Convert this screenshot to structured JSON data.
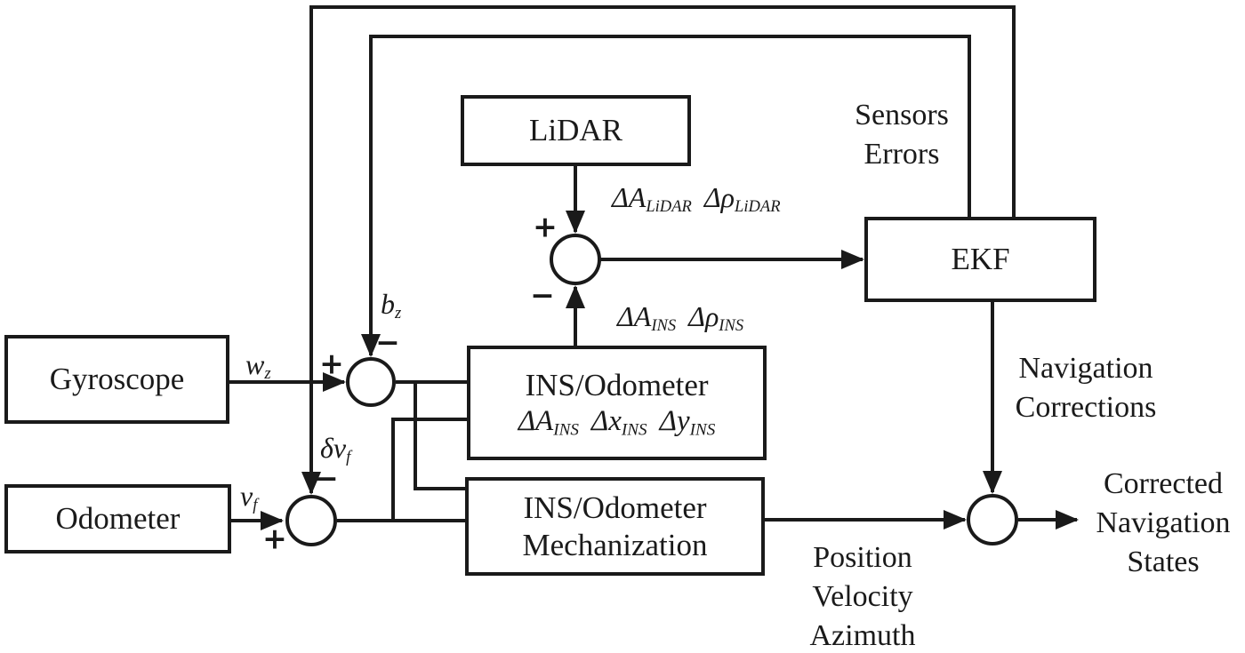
{
  "boxes": {
    "lidar": {
      "label": "LiDAR"
    },
    "ekf": {
      "label": "EKF"
    },
    "gyroscope": {
      "label": "Gyroscope"
    },
    "odometer": {
      "label": "Odometer"
    },
    "ins_odometer_error_model": {
      "line1": "INS/Odometer"
    },
    "ins_odometer_mechanization": {
      "line1": "INS/Odometer",
      "line2": "Mechanization"
    }
  },
  "annotations": {
    "sensors_errors": {
      "line1": "Sensors",
      "line2": "Errors"
    },
    "navigation_corrections": {
      "line1": "Navigation",
      "line2": "Corrections"
    },
    "corrected_navigation_states": {
      "line1": "Corrected",
      "line2": "Navigation",
      "line3": "States"
    },
    "position_velocity_azimuth": {
      "line1": "Position",
      "line2": "Velocity",
      "line3": "Azimuth"
    }
  },
  "math_labels": {
    "lidar_measurements": {
      "t1": "ΔA",
      "s1": "LiDAR",
      "t2": "Δρ",
      "s2": "LiDAR"
    },
    "ins_measurements": {
      "t1": "ΔA",
      "s1": "INS",
      "t2": "Δρ",
      "s2": "INS"
    },
    "ins_error_states": {
      "t1": "ΔA",
      "s1": "INS",
      "t2": "Δx",
      "s2": "INS",
      "t3": "Δy",
      "s3": "INS"
    },
    "gyro_rate": {
      "t": "w",
      "s": "z"
    },
    "gyro_bias": {
      "t": "b",
      "s": "z"
    },
    "odometer_velocity": {
      "t": "v",
      "s": "f"
    },
    "velocity_error": {
      "t": "δv",
      "s": "f"
    }
  },
  "signs": {
    "plus": "+",
    "minus": "−"
  },
  "colors": {
    "stroke": "#1a1a1a",
    "background": "#ffffff"
  }
}
